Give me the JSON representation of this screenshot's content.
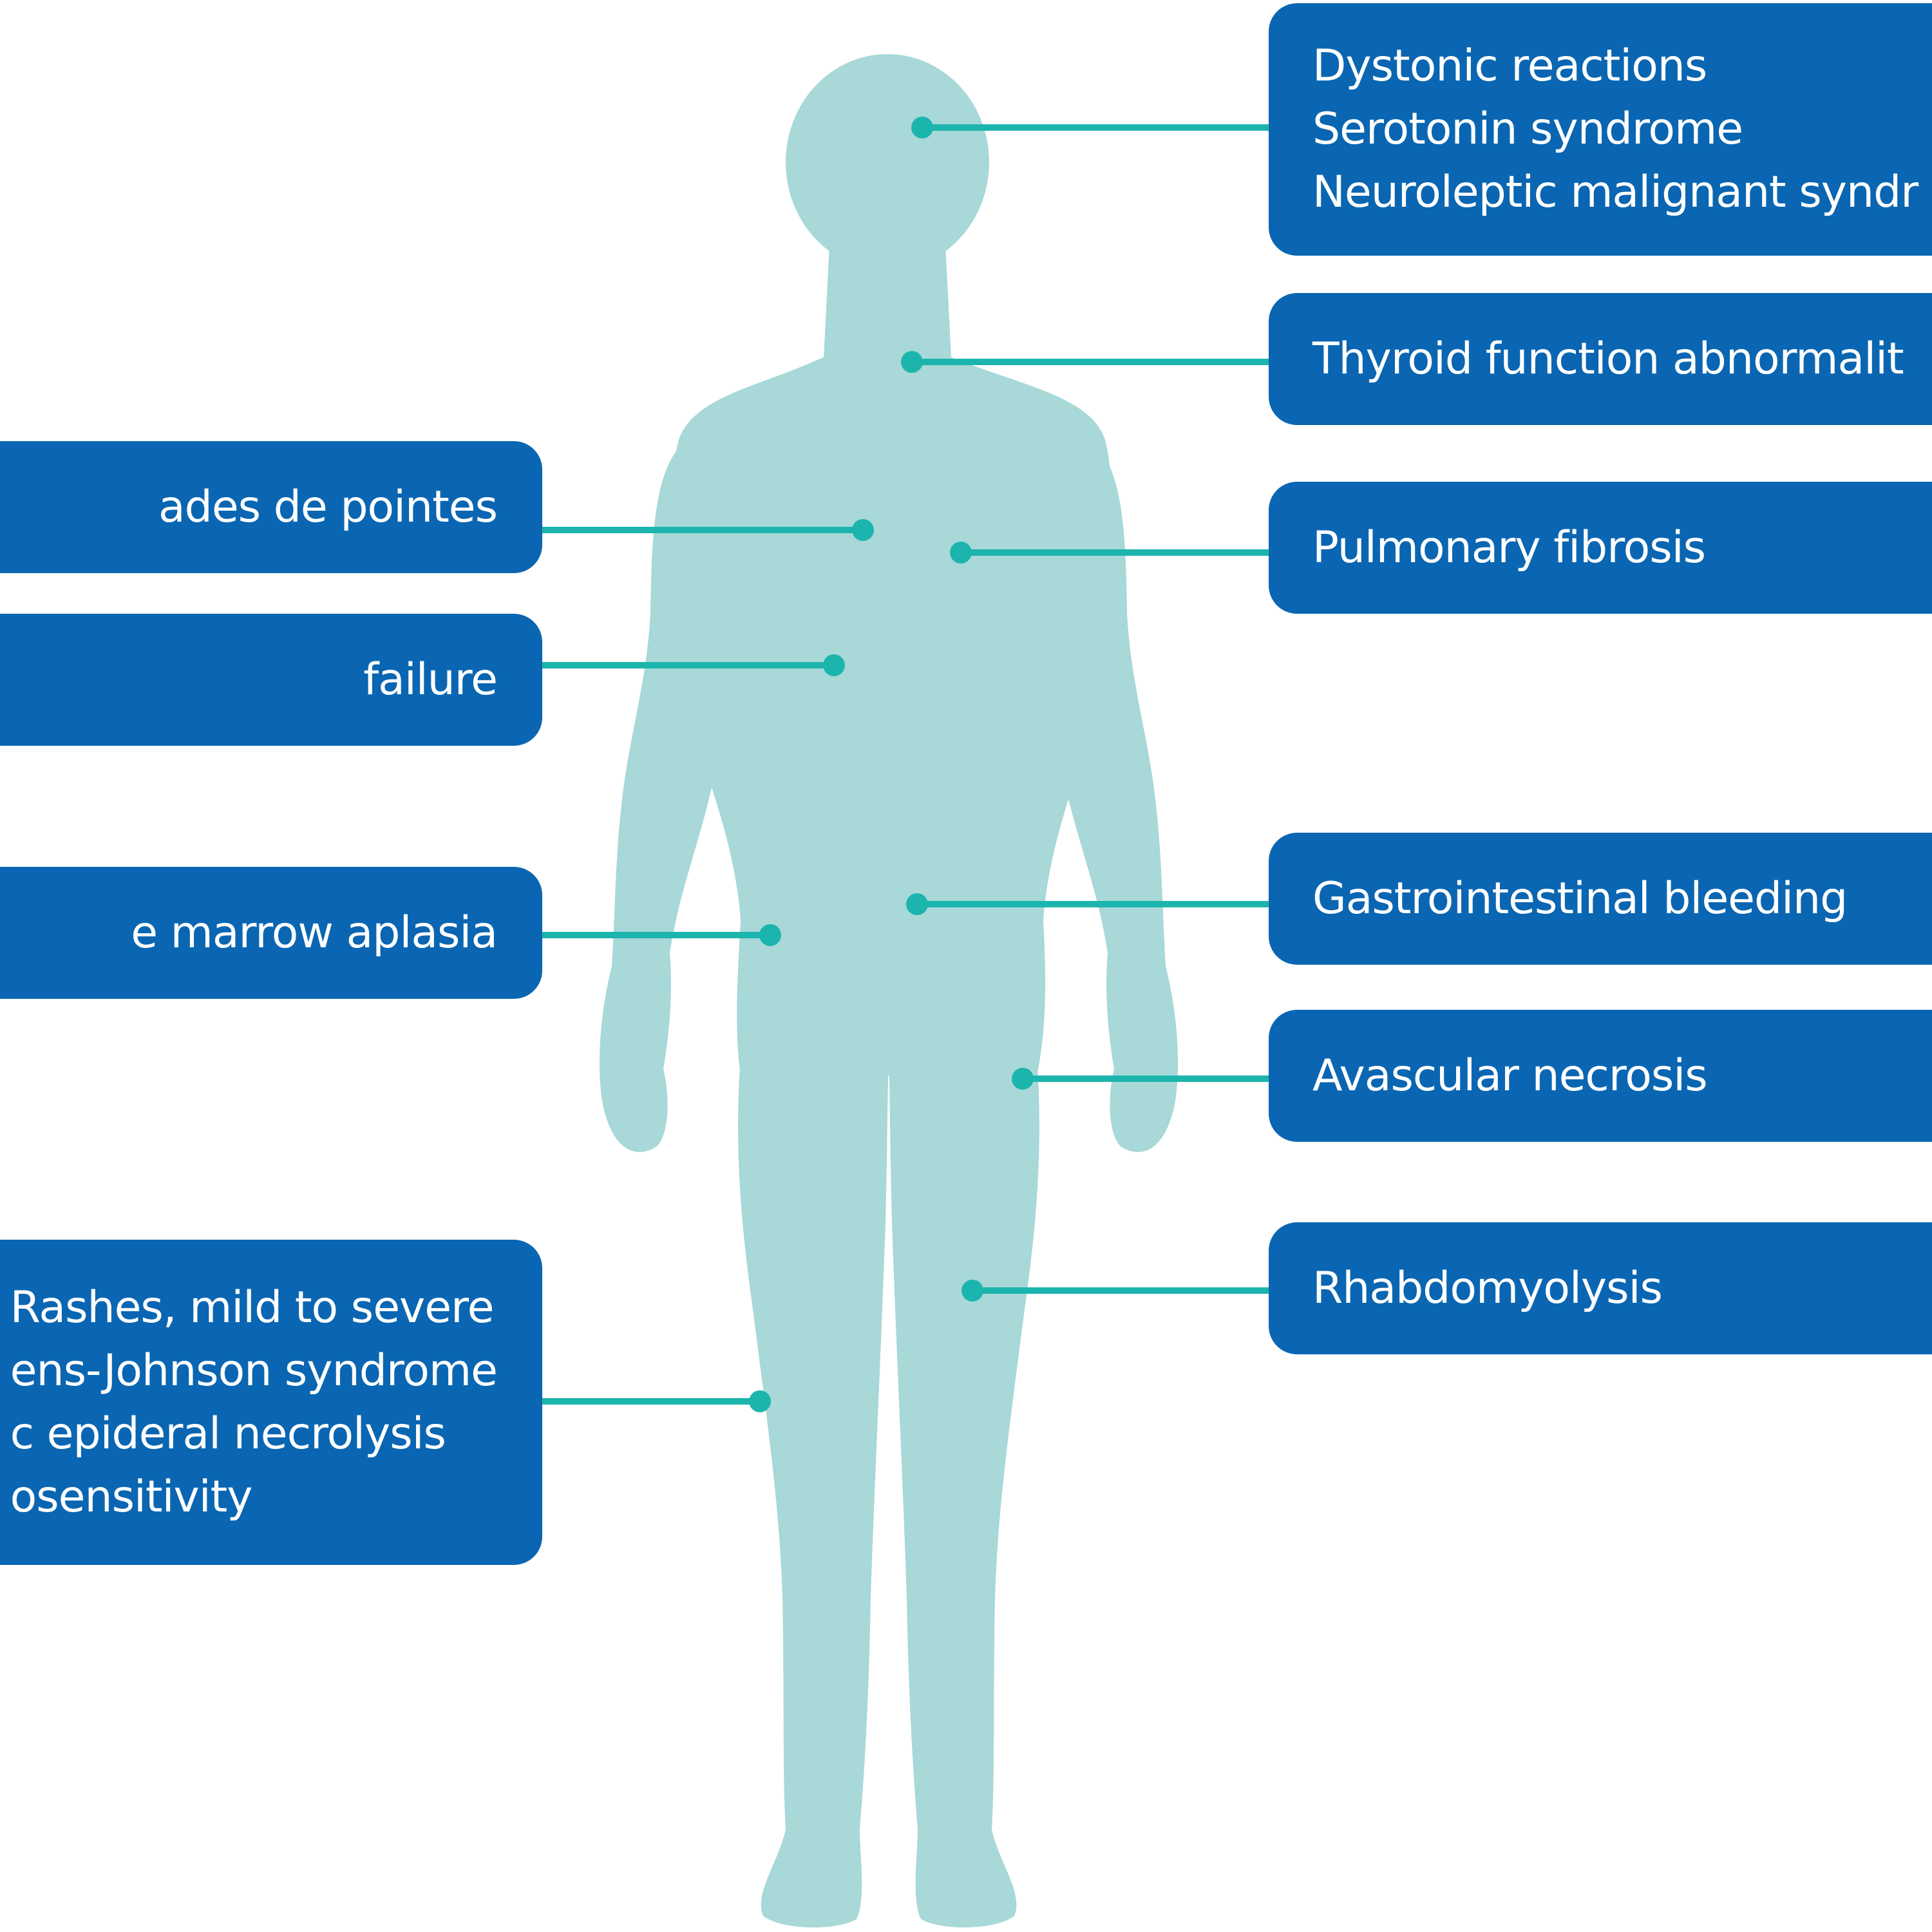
{
  "colors": {
    "box_fill": "#0a66b2",
    "body_silhouette": "#a8d8d8",
    "connector": "#1cb5ad",
    "text": "#ffffff",
    "background": "#ffffff"
  },
  "right_labels": [
    {
      "id": "dystonic",
      "lines": [
        "Dystonic reactions",
        "Serotonin syndrome",
        "Neuroleptic malignant syndr"
      ]
    },
    {
      "id": "thyroid",
      "lines": [
        "Thyroid function abnormalit"
      ]
    },
    {
      "id": "pulmonary",
      "lines": [
        "Pulmonary fibrosis"
      ]
    },
    {
      "id": "gi",
      "lines": [
        "Gastrointestinal bleeding"
      ]
    },
    {
      "id": "avascular",
      "lines": [
        "Avascular necrosis"
      ]
    },
    {
      "id": "rhabdo",
      "lines": [
        "Rhabdomyolysis"
      ]
    }
  ],
  "left_labels": [
    {
      "id": "torsades",
      "lines": [
        "ades de pointes"
      ]
    },
    {
      "id": "failure",
      "lines": [
        " failure"
      ]
    },
    {
      "id": "marrow",
      "lines": [
        "e marrow aplasia"
      ]
    },
    {
      "id": "rashes",
      "lines": [
        "Rashes, mild to severe",
        "ens-Johnson syndrome",
        "c epideral necrolysis",
        "osensitivity"
      ]
    }
  ]
}
